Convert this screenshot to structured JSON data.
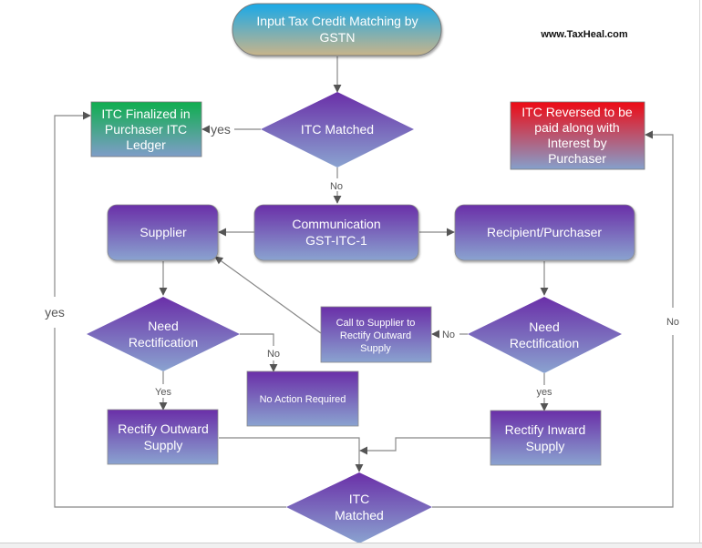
{
  "website": "www.TaxHeal.com",
  "colors": {
    "purple_top": "#6a2fa8",
    "purple_bottom": "#8aa3d0",
    "green_top": "#0fae4f",
    "red_top": "#ee0a14",
    "teal_top": "#19a9e8",
    "tan_bottom": "#c8b48a",
    "connector": "#888888",
    "arrowhead": "#555555"
  },
  "nodes": {
    "start": {
      "lines": [
        "Input Tax Credit Matching by",
        "GSTN"
      ]
    },
    "itc_matched_top": {
      "lines": [
        "ITC Matched"
      ]
    },
    "itc_finalized": {
      "lines": [
        "ITC Finalized in",
        "Purchaser ITC",
        "Ledger"
      ]
    },
    "itc_reversed": {
      "lines": [
        "ITC Reversed to be",
        "paid along with",
        "Interest by",
        "Purchaser"
      ]
    },
    "communication": {
      "lines": [
        "Communication",
        "GST-ITC-1"
      ]
    },
    "supplier": {
      "lines": [
        "Supplier"
      ]
    },
    "recipient": {
      "lines": [
        "Recipient/Purchaser"
      ]
    },
    "need_rect_supplier": {
      "lines": [
        "Need",
        "Rectification"
      ]
    },
    "need_rect_recipient": {
      "lines": [
        "Need",
        "Rectification"
      ]
    },
    "call_supplier": {
      "lines": [
        "Call to Supplier to",
        "Rectify Outward",
        "Supply"
      ]
    },
    "no_action": {
      "lines": [
        "No Action Required"
      ]
    },
    "rectify_outward": {
      "lines": [
        "Rectify Outward",
        "Supply"
      ]
    },
    "rectify_inward": {
      "lines": [
        "Rectify Inward",
        "Supply"
      ]
    },
    "itc_matched_bottom": {
      "lines": [
        "ITC",
        "Matched"
      ]
    }
  },
  "edge_labels": {
    "top_yes": "yes",
    "top_no": "No",
    "supplier_no": "No",
    "supplier_yes": "Yes",
    "recipient_no": "No",
    "recipient_yes": "yes",
    "loop_yes": "yes",
    "loop_no": "No"
  }
}
